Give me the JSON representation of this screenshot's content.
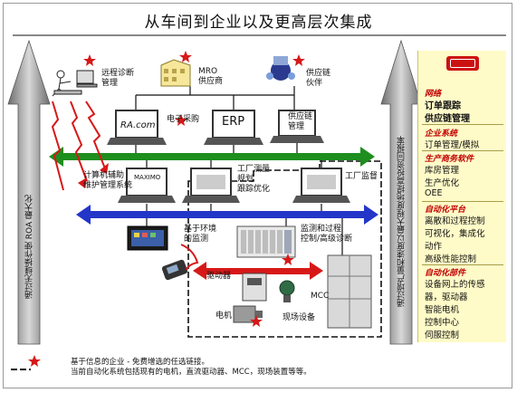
{
  "title": "从车间到企业以及更高层次集成",
  "left_arrow_text": "通过无缝操作使 ROA 最大化",
  "right_arrow_text": "通过增产量和速度以最大程度地提高投资回报率",
  "nodes": {
    "remote_diag": "远程诊断\n管理",
    "mro": "MRO\n供应商",
    "supply_partner": "供应链\n伙伴",
    "ra_com": "RA.com",
    "e_purchase": "电子采购",
    "erp": "ERP",
    "supply_mgmt": "供应链\n管理",
    "maximo": "MAXIMO",
    "cmms": "计算机辅助\n维护管理系统",
    "plant_measure": "工厂测量\n规划\n跟踪优化",
    "plant_supervise": "工厂监督",
    "env_monitor": "基于环境\n的监测",
    "monitor_process": "监测和过程\n控制/高级诊断",
    "drive": "驱动器",
    "motor": "电机",
    "field_device": "现场设备",
    "mcc": "MCC"
  },
  "panel": {
    "sections": [
      {
        "cat": "网络",
        "items": [
          "订单跟踪",
          "供应链管理"
        ],
        "bold": true
      },
      {
        "cat": "企业系统",
        "items": [
          "订单管理/模拟"
        ]
      },
      {
        "cat": "生产商务软件",
        "items": [
          "库房管理",
          "生产优化",
          "OEE"
        ]
      },
      {
        "cat": "自动化平台",
        "items": [
          "离散和过程控制",
          "可视化，集成化",
          "动作",
          "高级性能控制"
        ]
      },
      {
        "cat": "自动化部件",
        "items": [
          "设备网上的传感",
          "器，驱动器",
          "智能电机",
          "控制中心",
          "伺服控制"
        ]
      }
    ]
  },
  "legend": {
    "star": "基于信息的企业 - 免费增选的任选链接。",
    "dash": "当前自动化系统包括现有的电机，直流驱动器、MCC，现场装置等等。"
  },
  "colors": {
    "green": "#1e8e1e",
    "blue": "#2336c8",
    "red": "#d71818",
    "panel_bg": "#fffbc8",
    "cat_text": "#c00000"
  }
}
